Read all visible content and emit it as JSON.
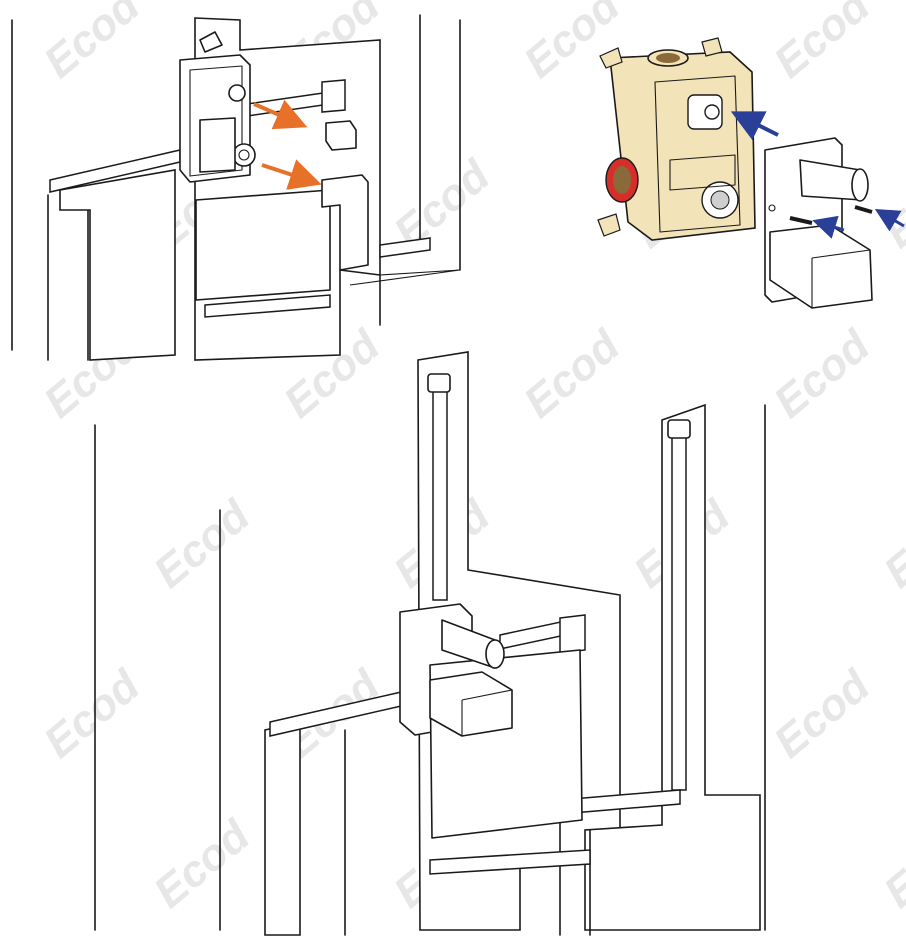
{
  "watermark": {
    "text": "Ecod",
    "color": "#e7e7e7"
  },
  "colors": {
    "line": "#1a1a1a",
    "arrow_orange": "#e8712a",
    "arrow_blue": "#2a3f97",
    "body_fill": "#f3e3b8",
    "inlet_ring": "#d62f2a",
    "screw_fill": "#d9c8a6"
  },
  "panels": [
    {
      "name": "step-remove-cover-and-handle",
      "arrows": "orange"
    },
    {
      "name": "step-attach-trim-plate-and-handle",
      "arrows": "blue"
    },
    {
      "name": "step-assembled-in-wall",
      "arrows": "none"
    }
  ]
}
